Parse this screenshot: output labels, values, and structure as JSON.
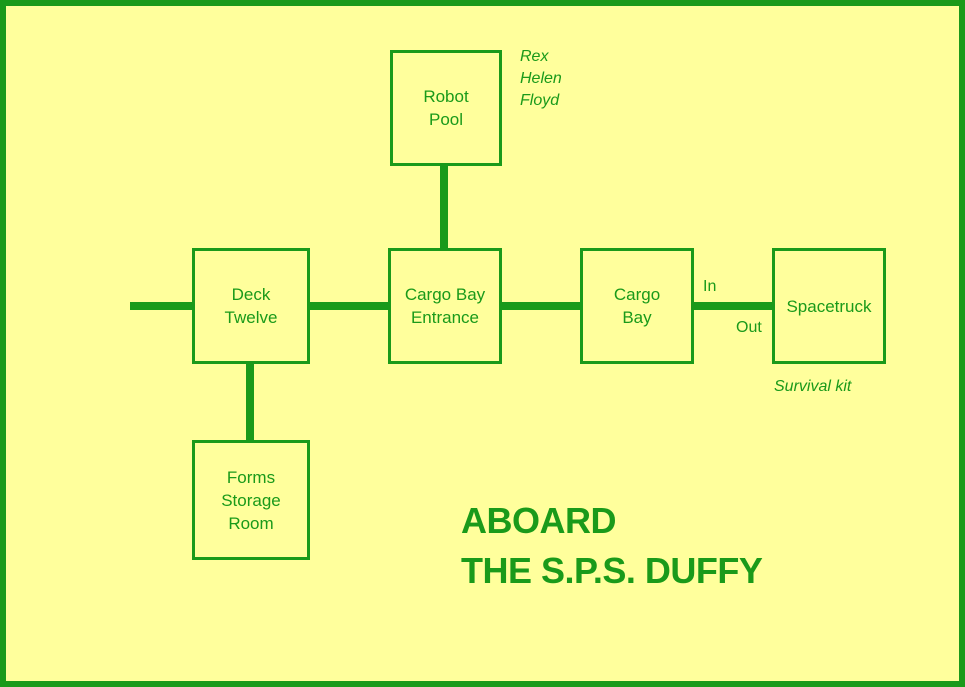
{
  "map": {
    "rooms": {
      "robot_pool": [
        "Robot",
        "Pool"
      ],
      "deck_twelve": [
        "Deck",
        "Twelve"
      ],
      "cargo_bay_entrance": [
        "Cargo Bay",
        "Entrance"
      ],
      "cargo_bay": [
        "Cargo",
        "Bay"
      ],
      "spacetruck": [
        "Spacetruck"
      ],
      "forms_storage_room": [
        "Forms",
        "Storage",
        "Room"
      ]
    },
    "robots": [
      "Rex",
      "Helen",
      "Floyd"
    ],
    "spacetruck_item": "Survival kit",
    "in_label": "In",
    "out_label": "Out",
    "title": [
      "ABOARD",
      "THE S.P.S. DUFFY"
    ]
  },
  "colors": {
    "background": "#ffff9c",
    "ink": "#1a9a1a"
  }
}
